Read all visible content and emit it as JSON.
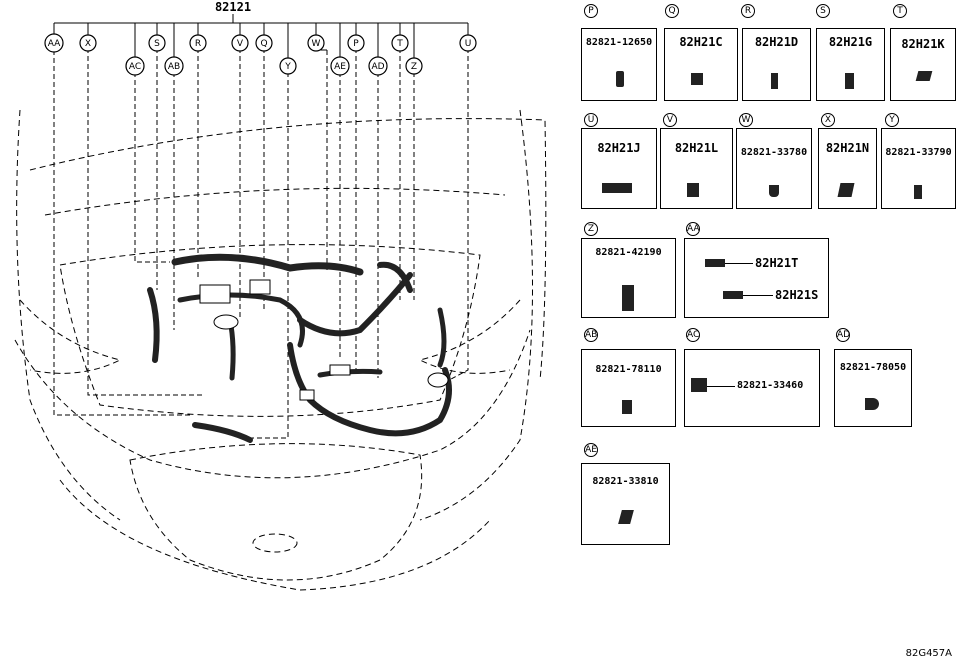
{
  "main_part": "82121",
  "figure_code": "82G457A",
  "main_callouts": [
    "AA",
    "X",
    "AC",
    "S",
    "AB",
    "R",
    "V",
    "Q",
    "Y",
    "W",
    "AE",
    "P",
    "AD",
    "T",
    "Z",
    "U"
  ],
  "parts": [
    {
      "key": "P",
      "part_number": "82821-12650"
    },
    {
      "key": "Q",
      "part_number": "82H21C"
    },
    {
      "key": "R",
      "part_number": "82H21D"
    },
    {
      "key": "S",
      "part_number": "82H21G"
    },
    {
      "key": "T",
      "part_number": "82H21K"
    },
    {
      "key": "U",
      "part_number": "82H21J"
    },
    {
      "key": "V",
      "part_number": "82H21L"
    },
    {
      "key": "W",
      "part_number": "82821-33780"
    },
    {
      "key": "X",
      "part_number": "82H21N"
    },
    {
      "key": "Y",
      "part_number": "82821-33790"
    },
    {
      "key": "Z",
      "part_number": "82821-42190"
    },
    {
      "key": "AA",
      "part_numbers": [
        "82H21T",
        "82H21S"
      ]
    },
    {
      "key": "AB",
      "part_number": "82821-78110"
    },
    {
      "key": "AC",
      "part_number": "82821-33460"
    },
    {
      "key": "AD",
      "part_number": "82821-78050"
    },
    {
      "key": "AE",
      "part_number": "82821-33810"
    }
  ]
}
